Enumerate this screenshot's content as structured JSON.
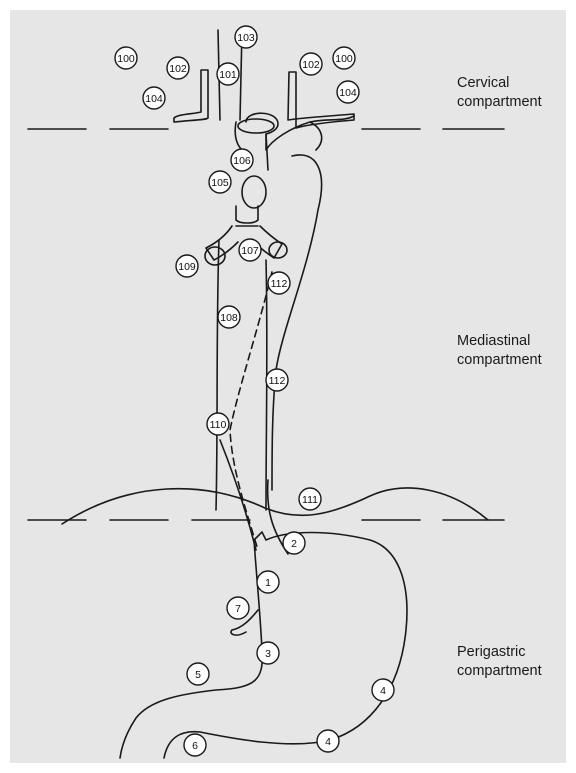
{
  "compartments": [
    {
      "line1": "Cervical",
      "line2": "compartment"
    },
    {
      "line1": "Mediastinal",
      "line2": "compartment"
    },
    {
      "line1": "Perigastric",
      "line2": "compartment"
    }
  ],
  "station_labels": [
    "100",
    "100",
    "103",
    "102",
    "102",
    "101",
    "104",
    "104",
    "106",
    "105",
    "107",
    "109",
    "112",
    "108",
    "112",
    "110",
    "111",
    "2",
    "1",
    "7",
    "3",
    "5",
    "4",
    "4",
    "6"
  ],
  "colors": {
    "background": "#e6e6e6",
    "line": "#1a1a1a",
    "marker_fill": "#ffffff"
  }
}
